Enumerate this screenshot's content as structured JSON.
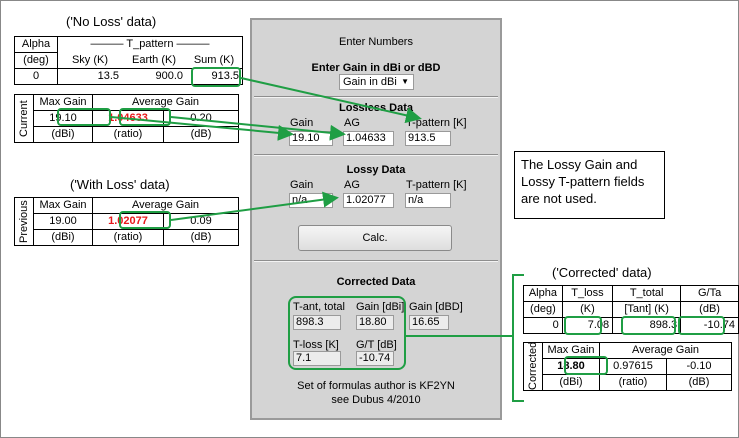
{
  "captions": {
    "no_loss": "('No Loss' data)",
    "with_loss": "('With Loss' data)",
    "corrected": "('Corrected' data)"
  },
  "noloss_table": {
    "h_alpha": "Alpha",
    "h_tpattern": "——— T_pattern ———",
    "h_deg": "(deg)",
    "h_sky": "Sky (K)",
    "h_earth": "Earth (K)",
    "h_sum": "Sum (K)",
    "alpha": "0",
    "sky": "13.5",
    "earth": "900.0",
    "sum": "913.5"
  },
  "current_table": {
    "side": "Current",
    "h_maxgain": "Max Gain",
    "h_avggain": "Average Gain",
    "maxgain": "19.10",
    "ag": "1.04633",
    "ag_db": "0.20",
    "u1": "(dBi)",
    "u2": "(ratio)",
    "u3": "(dB)"
  },
  "previous_table": {
    "side": "Previous",
    "h_maxgain": "Max Gain",
    "h_avggain": "Average Gain",
    "maxgain": "19.00",
    "ag": "1.02077",
    "ag_db": "0.09",
    "u1": "(dBi)",
    "u2": "(ratio)",
    "u3": "(dB)"
  },
  "dialog": {
    "title": "Enter Numbers",
    "gain_heading": "Enter Gain in dBi or dBD",
    "gain_select": "Gain in dBi",
    "lossless": {
      "heading": "Lossless Data",
      "gain_label": "Gain",
      "ag_label": "AG",
      "tp_label": "T-pattern [K]",
      "gain": "19.10",
      "ag": "1.04633",
      "tp": "913.5"
    },
    "lossy": {
      "heading": "Lossy Data",
      "gain_label": "Gain",
      "ag_label": "AG",
      "tp_label": "T-pattern [K]",
      "gain": "n/a",
      "ag": "1.02077",
      "tp": "n/a"
    },
    "calc_label": "Calc.",
    "corrected": {
      "heading": "Corrected Data",
      "tant_label": "T-ant, total",
      "gain_dbi_label": "Gain [dBi]",
      "gain_dbd_label": "Gain [dBD]",
      "tant": "898.3",
      "gain_dbi": "18.80",
      "gain_dbd": "16.65",
      "tloss_label": "T-loss [K]",
      "gt_label": "G/T [dB]",
      "tloss": "7.1",
      "gt": "-10.74"
    },
    "footer1": "Set of formulas author is KF2YN",
    "footer2": "see Dubus 4/2010"
  },
  "note": "The Lossy Gain and Lossy T-pattern fields are not used.",
  "corr_table": {
    "h_alpha": "Alpha",
    "h_tloss": "T_loss",
    "h_ttotal": "T_total",
    "h_gta": "G/Ta",
    "h_deg": "(deg)",
    "h_k": "(K)",
    "h_tant": "[Tant] (K)",
    "h_db": "(dB)",
    "alpha": "0",
    "tloss": "7.08",
    "ttotal": "898.3",
    "gta": "-10.74"
  },
  "corrected_table": {
    "side": "Corrected",
    "h_maxgain": "Max Gain",
    "h_avggain": "Average Gain",
    "maxgain": "18.80",
    "ag": "0.97615",
    "ag_db": "-0.10",
    "u1": "(dBi)",
    "u2": "(ratio)",
    "u3": "(dB)"
  },
  "colors": {
    "highlight": "#1f9e44",
    "red_value": "#e8181b",
    "dialog_bg": "#d4d4d4"
  }
}
